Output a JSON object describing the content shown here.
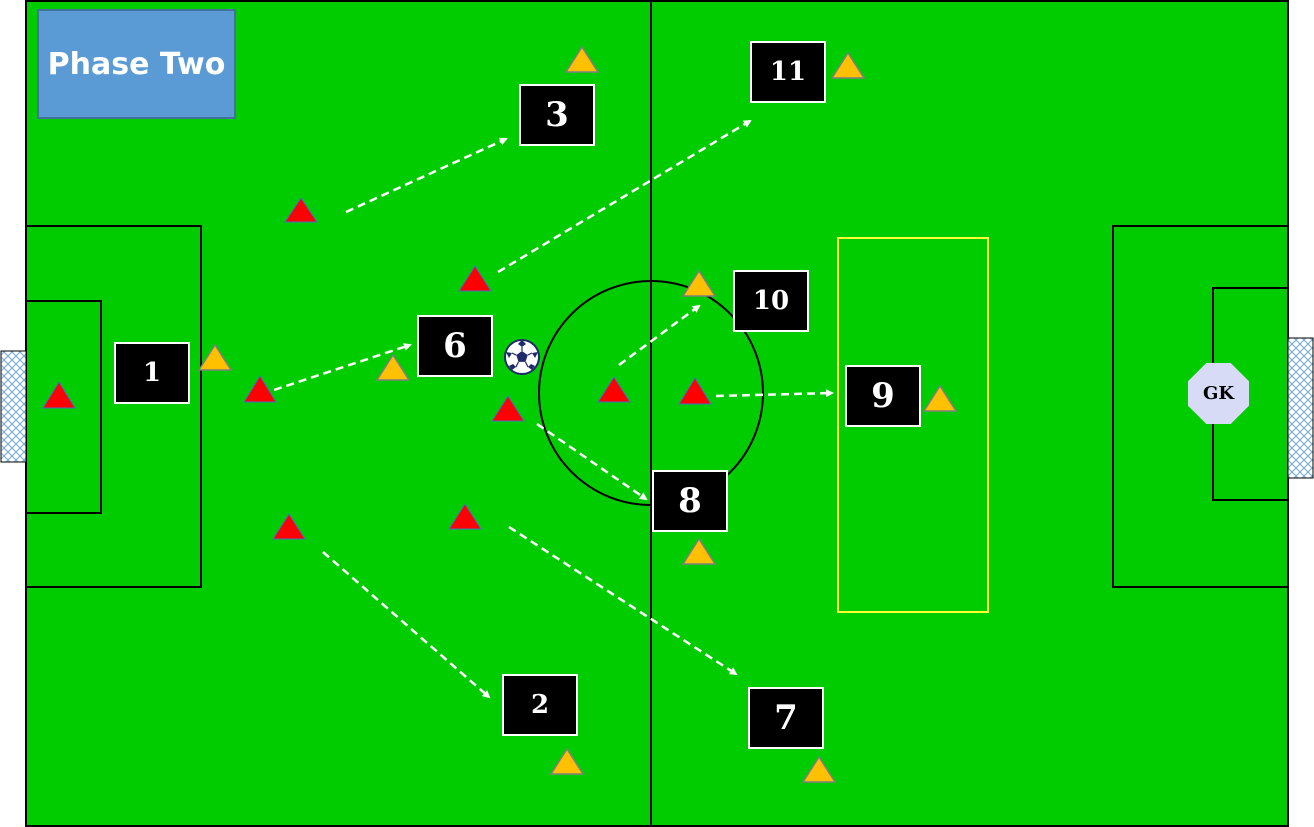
{
  "phase_label": "Phase Two",
  "goalkeeper_label": "GK",
  "players": [
    {
      "id": "p1",
      "number": "1"
    },
    {
      "id": "p2",
      "number": "2"
    },
    {
      "id": "p3",
      "number": "3"
    },
    {
      "id": "p6",
      "number": "6"
    },
    {
      "id": "p7",
      "number": "7"
    },
    {
      "id": "p8",
      "number": "8"
    },
    {
      "id": "p9",
      "number": "9"
    },
    {
      "id": "p10",
      "number": "10"
    },
    {
      "id": "p11",
      "number": "11"
    }
  ],
  "colors": {
    "pitch": "#00cc00",
    "lines": "#000000",
    "zone": "#ffff33",
    "red_cone": "#ff0000",
    "yellow_cone": "#ffc000",
    "pass_arrow": "#ffffff",
    "label_box": "#5b9bd5",
    "goalkeeper": "#d8dbf5"
  },
  "icons": {
    "ball": "soccer-ball-icon",
    "red_marker": "red-cone-icon",
    "yellow_marker": "yellow-cone-icon"
  }
}
